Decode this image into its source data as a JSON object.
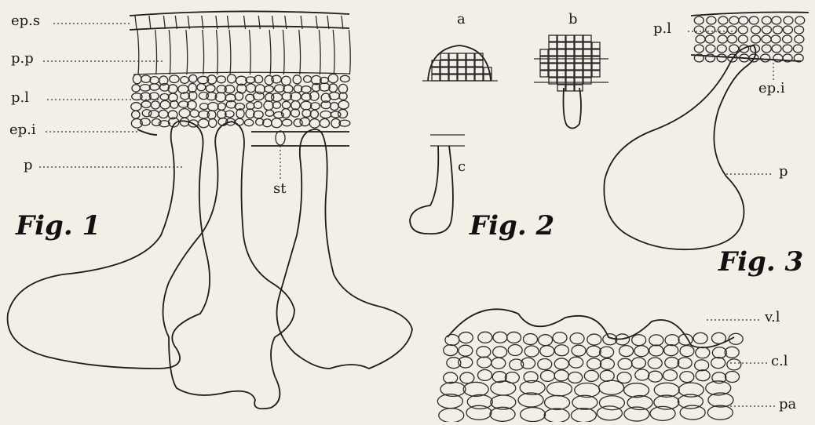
{
  "fig1": {
    "caption": "Fig. 1",
    "labels": {
      "eps": "ep.s",
      "pp": "p.p",
      "pl": "p.l",
      "epi": "ep.i",
      "p": "p",
      "st": "st"
    }
  },
  "fig2": {
    "caption": "Fig. 2",
    "labels": {
      "a": "a",
      "b": "b",
      "c": "c"
    }
  },
  "fig3": {
    "caption": "Fig. 3",
    "labels": {
      "pl": "p.l",
      "epi": "ep.i",
      "p": "p"
    }
  },
  "fig4": {
    "labels": {
      "vl": "v.l",
      "cl": "c.l",
      "pa": "pa"
    }
  },
  "colors": {
    "paper": "#f4efe6",
    "ink": "#1c1c1c"
  }
}
